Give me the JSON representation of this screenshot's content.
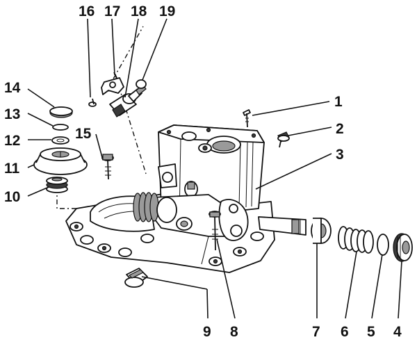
{
  "callouts": {
    "c1": "1",
    "c2": "2",
    "c3": "3",
    "c4": "4",
    "c5": "5",
    "c6": "6",
    "c7": "7",
    "c8": "8",
    "c9": "9",
    "c10": "10",
    "c11": "11",
    "c12": "12",
    "c13": "13",
    "c14": "14",
    "c15": "15",
    "c16": "16",
    "c17": "17",
    "c18": "18",
    "c19": "19"
  },
  "colors": {
    "ink": "#111111",
    "paper": "#ffffff",
    "shade": "#9a9a9a",
    "dark": "#3a3a3a"
  }
}
